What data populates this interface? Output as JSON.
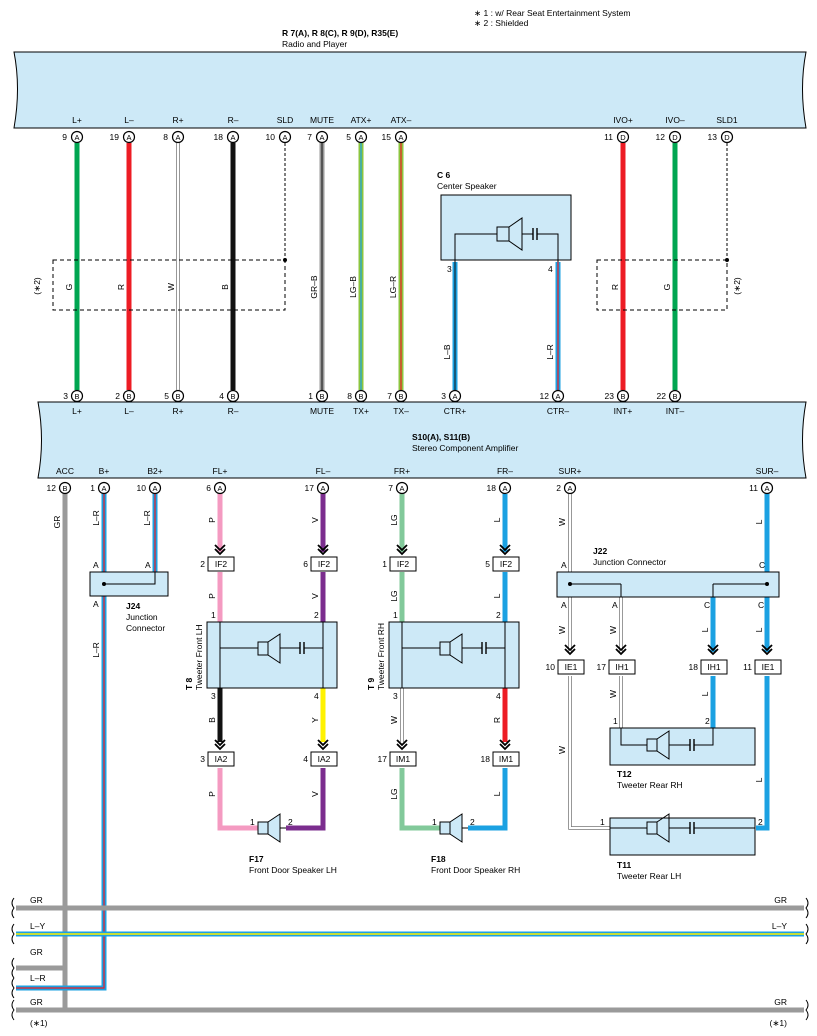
{
  "notes": [
    "∗ 1 : w/ Rear Seat Entertainment System",
    "∗ 2 : Shielded"
  ],
  "radio": {
    "code": "R 7(A), R 8(C), R 9(D), R35(E)",
    "name": "Radio and Player"
  },
  "amp": {
    "code": "S10(A), S11(B)",
    "name": "Stereo Component Amplifier"
  },
  "radio_pins": [
    {
      "label": "L+",
      "num": "9",
      "c": "A"
    },
    {
      "label": "L–",
      "num": "19",
      "c": "A"
    },
    {
      "label": "R+",
      "num": "8",
      "c": "A"
    },
    {
      "label": "R–",
      "num": "18",
      "c": "A"
    },
    {
      "label": "SLD",
      "num": "10",
      "c": "A"
    },
    {
      "label": "MUTE",
      "num": "7",
      "c": "A"
    },
    {
      "label": "ATX+",
      "num": "5",
      "c": "A"
    },
    {
      "label": "ATX–",
      "num": "15",
      "c": "A"
    },
    {
      "label": "IVO+",
      "num": "11",
      "c": "D"
    },
    {
      "label": "IVO–",
      "num": "12",
      "c": "D"
    },
    {
      "label": "SLD1",
      "num": "13",
      "c": "D"
    }
  ],
  "amp_top_pins": [
    {
      "label": "L+",
      "num": "3",
      "c": "B"
    },
    {
      "label": "L–",
      "num": "2",
      "c": "B"
    },
    {
      "label": "R+",
      "num": "5",
      "c": "B"
    },
    {
      "label": "R–",
      "num": "4",
      "c": "B"
    },
    {
      "label": "MUTE",
      "num": "1",
      "c": "B"
    },
    {
      "label": "TX+",
      "num": "8",
      "c": "B"
    },
    {
      "label": "TX–",
      "num": "7",
      "c": "B"
    },
    {
      "label": "CTR+",
      "num": "3",
      "c": "A"
    },
    {
      "label": "CTR–",
      "num": "12",
      "c": "A"
    },
    {
      "label": "INT+",
      "num": "23",
      "c": "B"
    },
    {
      "label": "INT–",
      "num": "22",
      "c": "B"
    }
  ],
  "amp_bottom_pins": [
    {
      "label": "ACC",
      "num": "12",
      "c": "B"
    },
    {
      "label": "B+",
      "num": "1",
      "c": "A"
    },
    {
      "label": "B2+",
      "num": "10",
      "c": "A"
    },
    {
      "label": "FL+",
      "num": "6",
      "c": "A"
    },
    {
      "label": "FL–",
      "num": "17",
      "c": "A"
    },
    {
      "label": "FR+",
      "num": "7",
      "c": "A"
    },
    {
      "label": "FR–",
      "num": "18",
      "c": "A"
    },
    {
      "label": "SUR+",
      "num": "2",
      "c": "A"
    },
    {
      "label": "SUR–",
      "num": "11",
      "c": "A"
    }
  ],
  "wire_codes_upper": [
    "G",
    "R",
    "W",
    "B",
    "GR–B",
    "LG–B",
    "LG–R",
    "R",
    "G"
  ],
  "shield_labels": [
    "(∗2)",
    "(∗2)"
  ],
  "center_speaker": {
    "code": "C 6",
    "name": "Center Speaker",
    "pin_left": "3",
    "pin_right": "4",
    "wire_left": "L–B",
    "wire_right": "L–R"
  },
  "wire_codes_lower": {
    "acc": "GR",
    "bplus": "L–R",
    "b2plus": "L–R",
    "fl_plus": [
      "P",
      "P",
      "B",
      "P"
    ],
    "fl_minus": [
      "V",
      "V",
      "Y",
      "V"
    ],
    "fr_plus": [
      "LG",
      "LG",
      "W",
      "LG"
    ],
    "fr_minus": [
      "L",
      "L",
      "R",
      "L"
    ],
    "sur_plus": [
      "W",
      "W",
      "W",
      "W",
      "W"
    ],
    "sur_minus": [
      "L",
      "L",
      "L",
      "L",
      "L"
    ],
    "j24_out": "L–R"
  },
  "connectors": [
    {
      "code": "IF2",
      "pin": "2"
    },
    {
      "code": "IF2",
      "pin": "6"
    },
    {
      "code": "IF2",
      "pin": "1"
    },
    {
      "code": "IF2",
      "pin": "5"
    },
    {
      "code": "IA2",
      "pin": "3"
    },
    {
      "code": "IA2",
      "pin": "4"
    },
    {
      "code": "IM1",
      "pin": "17"
    },
    {
      "code": "IM1",
      "pin": "18"
    },
    {
      "code": "IE1",
      "pin": "10"
    },
    {
      "code": "IH1",
      "pin": "17"
    },
    {
      "code": "IH1",
      "pin": "18"
    },
    {
      "code": "IE1",
      "pin": "11"
    }
  ],
  "j24": {
    "code": "J24",
    "line1": "Junction",
    "line2": "Connector",
    "pin_a": "A"
  },
  "j22": {
    "code": "J22",
    "name": "Junction Connector",
    "pin_a": "A",
    "pin_c": "C"
  },
  "tweeter_fl": {
    "code": "T 8",
    "name": "Tweeter Front LH",
    "pins": [
      "1",
      "2",
      "3",
      "4"
    ]
  },
  "tweeter_fr": {
    "code": "T 9",
    "name": "Tweeter Front RH",
    "pins": [
      "1",
      "2",
      "3",
      "4"
    ]
  },
  "tweeter_rr": {
    "code": "T12",
    "name": "Tweeter Rear RH",
    "pins": [
      "1",
      "2"
    ]
  },
  "tweeter_rl": {
    "code": "T11",
    "name": "Tweeter Rear LH",
    "pins": [
      "1",
      "2"
    ]
  },
  "door_lh": {
    "code": "F17",
    "name": "Front Door Speaker LH",
    "pins": [
      "1",
      "2"
    ]
  },
  "door_rh": {
    "code": "F18",
    "name": "Front Door Speaker RH",
    "pins": [
      "1",
      "2"
    ]
  },
  "bus_lines": [
    {
      "left": "GR",
      "right": "GR"
    },
    {
      "left": "L–Y",
      "right": "L–Y"
    },
    {
      "left": "GR"
    },
    {
      "left": "L–R"
    },
    {
      "left": "GR",
      "right": "GR"
    }
  ],
  "bus_notes": [
    "(∗1)",
    "(∗1)"
  ],
  "colors": {
    "module_fill": "#cde9f7",
    "green": "#00a651",
    "red": "#ed1c24",
    "black": "#111111",
    "gray": "#9a9a9a",
    "lightgreen": "#8cc63f",
    "pink": "#f49ac1",
    "purple": "#7b2d8e",
    "mint": "#82c99a",
    "blue": "#1ba1e2",
    "yellow": "#fff200"
  }
}
